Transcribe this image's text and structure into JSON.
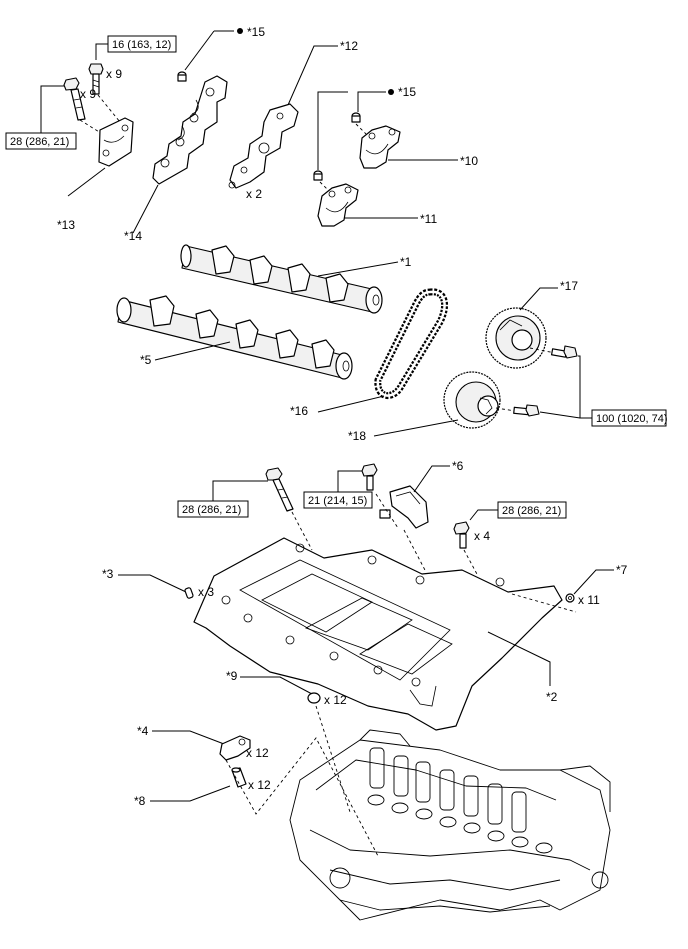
{
  "diagram": {
    "torques": [
      "16 (163, 12)",
      "28 (286, 21)",
      "100 (1020, 74)",
      "28 (286, 21)",
      "21 (214, 15)",
      "28 (286, 21)"
    ],
    "callouts": {
      "c1": "*1",
      "c2": "*2",
      "c3": "*3",
      "c4": "*4",
      "c5": "*5",
      "c6": "*6",
      "c7": "*7",
      "c8": "*8",
      "c9": "*9",
      "c10": "*10",
      "c11": "*11",
      "c12": "*12",
      "c13": "*13",
      "c14": "*14",
      "c15_a": "*15",
      "c15_b": "*15",
      "c16": "*16",
      "c17": "*17",
      "c18": "*18"
    },
    "quantities": {
      "x9_a": "x 9",
      "x9_b": "x 9",
      "x2": "x 2",
      "x4": "x 4",
      "x3": "x 3",
      "x11": "x 11",
      "x12_a": "x 12",
      "x12_b": "x 12",
      "x12_c": "x 12"
    }
  }
}
